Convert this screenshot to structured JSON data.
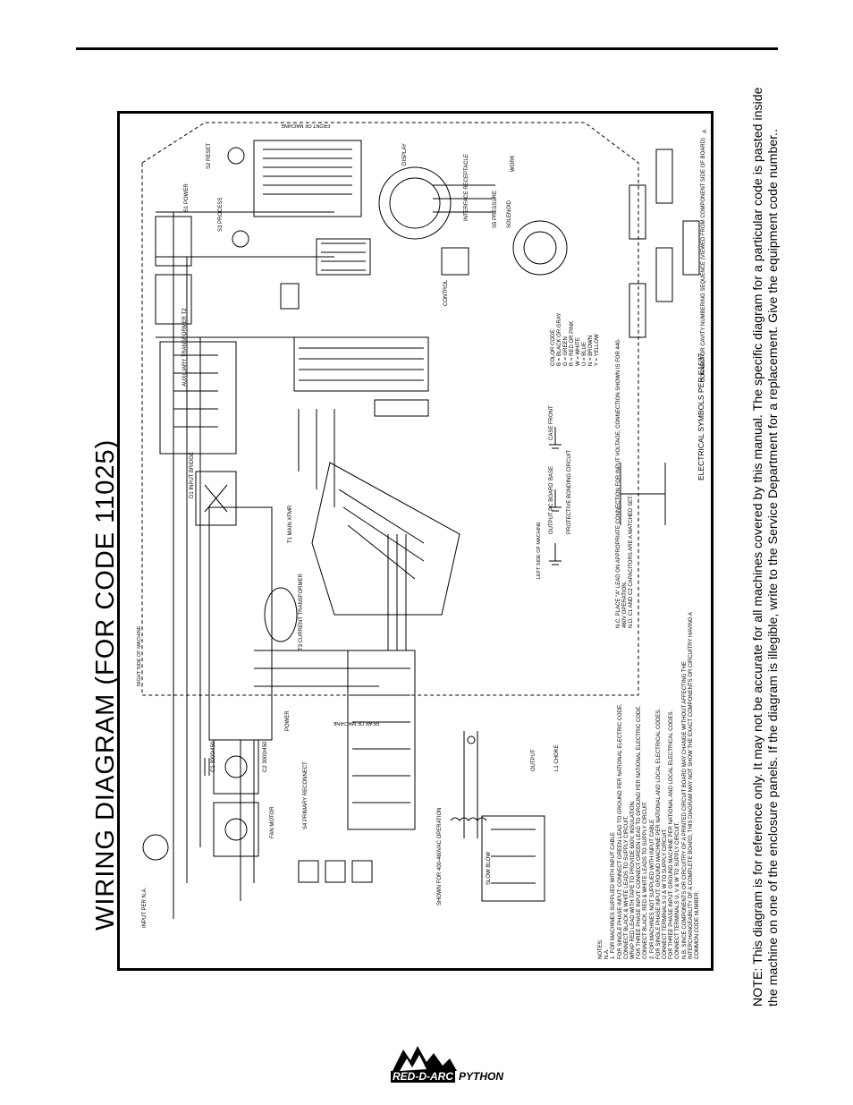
{
  "page": {
    "title": "WIRING DIAGRAM (FOR CODE 11025)",
    "note_line1": "NOTE:  This diagram is for reference only.  It may not be accurate for all machines covered by this manual.  The specific diagram for a particular code is pasted inside",
    "note_line2": "the machine on one of the enclosure panels.  If the diagram is illegible, write to the Service Department for a replacement.  Give the equipment code number.."
  },
  "diagram": {
    "front_label": "FRONT OF MACHINE",
    "rear_label": "REAR OF MACHINE",
    "right_side_label": "RIGHT SIDE OF MACHINE",
    "left_side_label": "LEFT SIDE OF MACHINE",
    "electrical_symbols": "ELECTRICAL SYMBOLS PER E1537",
    "revision": "A",
    "components": {
      "power": "POWER",
      "c1": "C1 3000/450",
      "c2": "C2 3000/450",
      "t1": "T1 MAIN XFMR",
      "t2": "AUXILIARY TRANSFORMER T2",
      "t3": "T3 CURRENT TRANSFORMER",
      "d1": "D1 INPUT BRIDGE",
      "s1": "S1 POWER",
      "s2": "S2 RESET",
      "s3": "S3 PROCESS",
      "s4": "S4 PRIMARY RECONNECT",
      "s5": "S5 PRESSURE",
      "fan": "FAN MOTOR",
      "output": "OUTPUT",
      "l1": "L1 CHOKE",
      "display": "DISPLAY",
      "control": "CONTROL",
      "solenoid": "SOLENOID",
      "work": "WORK",
      "interface": "INTERFACE RECEPTACLE",
      "pc_board": "OUTPUT PC BOARD",
      "base": "BASE",
      "case_front": "CASE FRONT",
      "bonding": "PROTECTIVE BONDING CIRCUIT",
      "input": "INPUT PER N.A.",
      "shown_for": "SHOWN FOR 400-460VAC OPERATION",
      "slow_blow": "SLOW BLOW",
      "connector_numbering": "CONNECTOR CAVITY NUMBERING SEQUENCE (VIEWED FROM COMPONENT SIDE OF BOARD)"
    },
    "color_code": {
      "heading": "COLOR CODE:",
      "items": [
        "B = BLACK OR GRAY",
        "G = GREEN",
        "R = RED OR PINK",
        "W = WHITE",
        "U = BLUE",
        "N = BROWN",
        "Y = YELLOW"
      ]
    },
    "notes": {
      "heading": "NOTES:",
      "na": "N.A.",
      "items": [
        "1. FOR MACHINES SUPPLIED WITH INPUT CABLE",
        "FOR SINGLE PHASE INPUT: CONNECT GREEN LEAD TO GROUND PER NATIONAL ELECTRIC CODE.",
        "CONNECT BLACK & WHITE LEADS TO SUPPLY CIRCUIT.",
        "WRAP RED LEAD WITH TAPE TO PROVIDE 600V. INSULATION.",
        "FOR THREE PHASE INPUT: CONNECT GREEN LEAD TO GROUND PER NATIONAL ELECTRIC CODE.",
        "CONNECT BLACK, RED & WHITE LEADS TO SUPPLY CIRCUIT.",
        "2. FOR MACHINES NOT SUPPLIED WITH INPUT CABLE",
        "FOR SINGLE PHASE INPUT: GROUND MACHINE PER NATIONAL AND LOCAL ELECTRICAL CODES.",
        "CONNECT TERMINALS U & W TO SUPPLY CIRCUIT.",
        "FOR THREE PHASE INPUT: GROUND MACHINE PER NATIONAL AND LOCAL ELECTRICAL CODES.",
        "CONNECT TERMINALS U, V & W TO SUPPLY CIRCUIT."
      ],
      "nb": "N.B. SINCE COMPONENTS OR CIRCUITRY OF A PRINTED CIRCUIT BOARD MAY CHANGE WITHOUT AFFECTING THE INTERCHANGEABILITY OF A COMPLETE BOARD, THIS DIAGRAM MAY NOT SHOW THE EXACT COMPONENTS OR CIRCUITRY HAVING A COMMON CODE NUMBER.",
      "nc": "N.C. PLACE \"A\" LEAD ON APPROPRIATE CONNECTION FOR INPUT VOLTAGE. CONNECTION SHOWN IS FOR 440-460V OPERATION.",
      "nd": "N.D. C1 AND C2 CAPACITORS ARE A MATCHED SET."
    }
  },
  "footer": {
    "brand": "RED-D-ARC",
    "product": "PYTHON"
  }
}
